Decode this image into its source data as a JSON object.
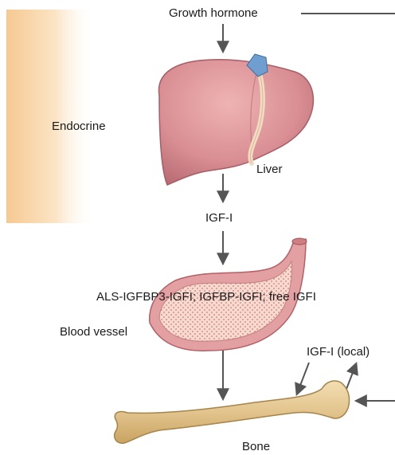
{
  "labels": {
    "growth_hormone": "Growth hormone",
    "endocrine": "Endocrine",
    "liver": "Liver",
    "igf1": "IGF-I",
    "complexes": "ALS-IGFBP3-IGFI; IGFBP-IGFI; free IGFI",
    "blood_vessel": "Blood vessel",
    "igf1_local": "IGF-I (local)",
    "bone": "Bone"
  },
  "colors": {
    "endocrine_band": "#f6c992",
    "arrow": "#555555",
    "liver_fill": "#d98f94",
    "liver_outline": "#a85d64",
    "gallbladder": "#6f9fd0",
    "bile_duct": "#f2dcc2",
    "vessel_outer": "#e3a0a2",
    "vessel_inner": "#f4cfc6",
    "bone_fill": "#e2c48d",
    "bone_outline": "#a5844a"
  }
}
